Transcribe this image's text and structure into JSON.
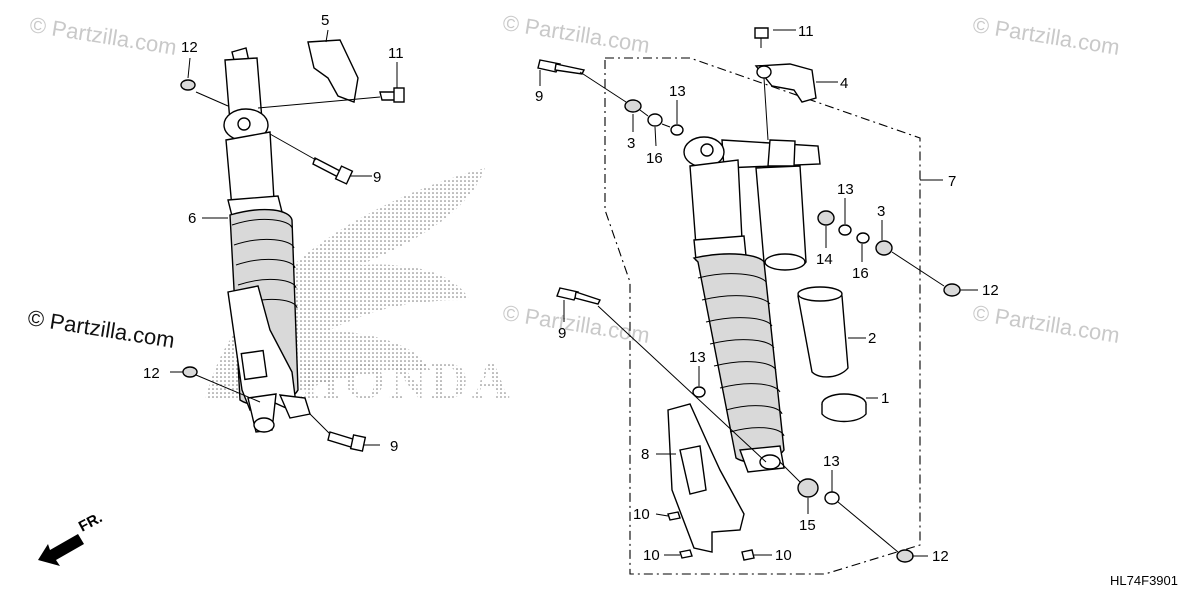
{
  "watermark": "© Partzilla.com",
  "diagram_code": "HL74F3901",
  "logo_text": "HONDA",
  "direction_label": "FR.",
  "left_assembly": {
    "callouts": [
      "12",
      "5",
      "11",
      "9",
      "6",
      "12",
      "9"
    ]
  },
  "right_assembly": {
    "callouts": [
      "9",
      "11",
      "4",
      "3",
      "16",
      "13",
      "7",
      "13",
      "3",
      "14",
      "16",
      "12",
      "9",
      "2",
      "13",
      "1",
      "8",
      "13",
      "10",
      "15",
      "10",
      "10",
      "12"
    ]
  }
}
